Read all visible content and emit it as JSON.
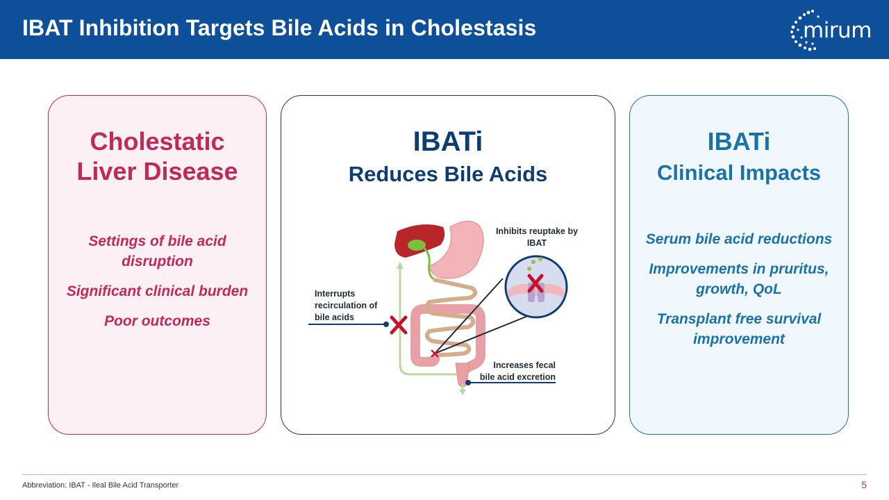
{
  "header": {
    "title": "IBAT Inhibition Targets Bile Acids in Cholestasis",
    "logo_text": "mirum"
  },
  "left_panel": {
    "title_line1": "Cholestatic",
    "title_line2": "Liver Disease",
    "bullets": [
      "Settings of bile acid disruption",
      "Significant clinical burden",
      "Poor outcomes"
    ]
  },
  "middle_panel": {
    "title": "IBATi",
    "subtitle": "Reduces Bile Acids",
    "diagram": {
      "label_inhibit": "Inhibits reuptake by IBAT",
      "label_interrupt": "Interrupts recirculation of bile acids",
      "label_fecal": "Increases fecal bile acid excretion"
    }
  },
  "right_panel": {
    "title": "IBATi",
    "subtitle": "Clinical Impacts",
    "bullets": [
      "Serum bile acid reductions",
      "Improvements in pruritus, growth, QoL",
      "Transplant free survival improvement"
    ]
  },
  "footer": {
    "abbreviation": "Abbreviation: IBAT - Ileal Bile Acid Transporter",
    "page_number": "5"
  },
  "colors": {
    "header_blue": "#0e4f99",
    "crimson": "#c1295a",
    "navy": "#0f3d73",
    "teal_blue": "#1a73a8",
    "cross_red": "#c8102e"
  }
}
